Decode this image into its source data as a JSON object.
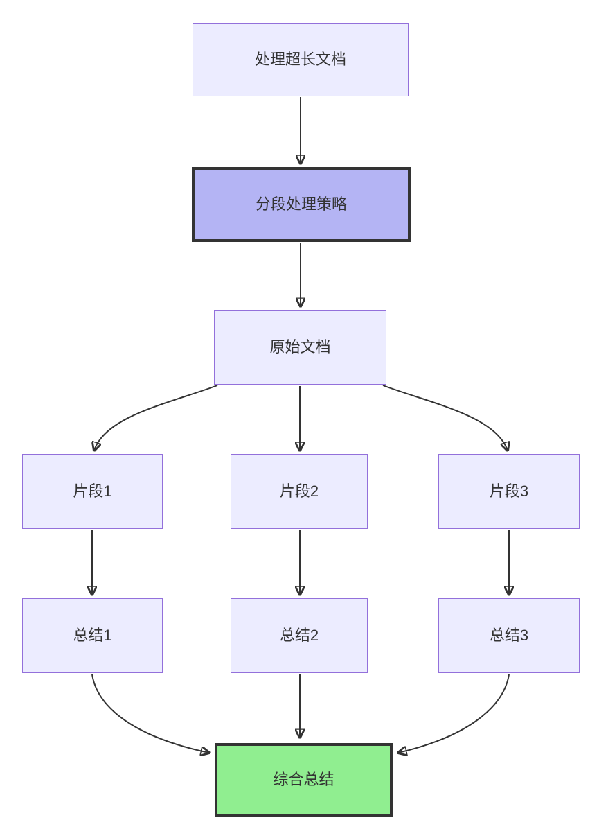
{
  "diagram": {
    "type": "flowchart",
    "direction": "top-down",
    "nodes": {
      "process_doc": {
        "label": "处理超长文档",
        "style": "default"
      },
      "strategy": {
        "label": "分段处理策略",
        "style": "highlight"
      },
      "original": {
        "label": "原始文档",
        "style": "default"
      },
      "seg1": {
        "label": "片段1",
        "style": "default"
      },
      "seg2": {
        "label": "片段2",
        "style": "default"
      },
      "seg3": {
        "label": "片段3",
        "style": "default"
      },
      "sum1": {
        "label": "总结1",
        "style": "default"
      },
      "sum2": {
        "label": "总结2",
        "style": "default"
      },
      "sum3": {
        "label": "总结3",
        "style": "default"
      },
      "final": {
        "label": "综合总结",
        "style": "success"
      }
    },
    "edges": [
      {
        "from": "process_doc",
        "to": "strategy"
      },
      {
        "from": "strategy",
        "to": "original"
      },
      {
        "from": "original",
        "to": "seg1"
      },
      {
        "from": "original",
        "to": "seg2"
      },
      {
        "from": "original",
        "to": "seg3"
      },
      {
        "from": "seg1",
        "to": "sum1"
      },
      {
        "from": "seg2",
        "to": "sum2"
      },
      {
        "from": "seg3",
        "to": "sum3"
      },
      {
        "from": "sum1",
        "to": "final"
      },
      {
        "from": "sum2",
        "to": "final"
      },
      {
        "from": "sum3",
        "to": "final"
      }
    ],
    "colors": {
      "node_fill": "#ECECFF",
      "node_border": "#9370DB",
      "highlight_fill": "#B4B4F4",
      "highlight_border": "#333333",
      "success_fill": "#90EE90",
      "success_border": "#333333",
      "edge": "#333333",
      "text": "#333333",
      "background": "#FFFFFF"
    }
  }
}
